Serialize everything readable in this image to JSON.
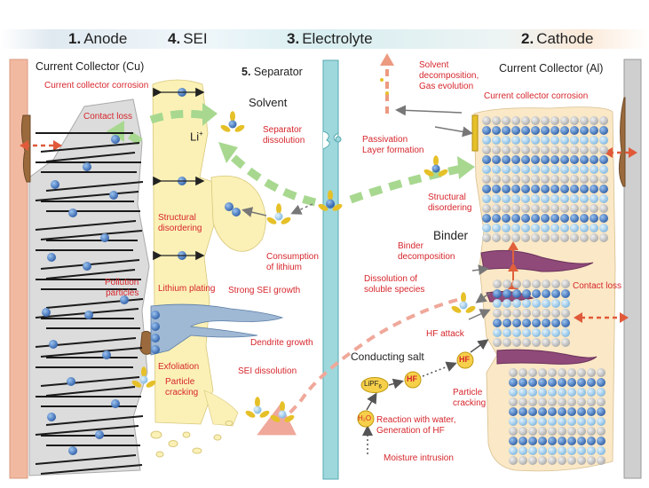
{
  "headers": {
    "anode": {
      "num": "1.",
      "text": "Anode"
    },
    "sei": {
      "num": "4.",
      "text": "SEI"
    },
    "electrolyte": {
      "num": "3.",
      "text": "Electrolyte"
    },
    "cathode": {
      "num": "2.",
      "text": "Cathode"
    }
  },
  "labels": {
    "current_collector_cu": "Current Collector (Cu)",
    "current_collector_al": "Current Collector (Al)",
    "separator": "Separator",
    "separator_num": "5.",
    "solvent": "Solvent",
    "li_ion": "Li",
    "li_sup": "+",
    "binder": "Binder",
    "conducting_salt": "Conducting salt",
    "lipf6": "LiPF",
    "lipf6_sub": "6",
    "hf": "HF",
    "h2o": "H₂O"
  },
  "mechanisms": {
    "cc_corrosion_anode": "Current collector corrosion",
    "contact_loss_anode": "Contact loss",
    "structural_disordering_anode": "Structural\ndisordering",
    "pollution_particles": "Pollution\nparticles",
    "lithium_plating": "Lithium plating",
    "exfoliation": "Exfoliation",
    "particle_cracking_anode": "Particle\ncracking",
    "strong_sei_growth": "Strong SEI growth",
    "dendrite_growth": "Dendrite growth",
    "sei_dissolution": "SEI dissolution",
    "separator_dissolution": "Separator\ndissolution",
    "consumption_of_lithium": "Consumption\nof lithium",
    "solvent_decomposition": "Solvent\ndecomposition,\nGas evolution",
    "cc_corrosion_cathode": "Current collector corrosion",
    "passivation_layer": "Passivation\nLayer formation",
    "structural_disordering_cathode": "Structural\ndisordering",
    "binder_decomposition": "Binder\ndecomposition",
    "dissolution_soluble": "Dissolution of\nsoluble species",
    "hf_attack": "HF attack",
    "contact_loss_cathode": "Contact loss",
    "particle_cracking_cathode": "Particle\ncracking",
    "reaction_with_water": "Reaction with water,\nGeneration of HF",
    "moisture_intrusion": "Moisture intrusion"
  },
  "colors": {
    "label_red": "#d6262c",
    "cu_collector": "#f0b8a0",
    "al_collector": "#c8c8c8",
    "separator": "#8fd3d8",
    "sei": "#fbf1b6",
    "anode_gray": "#d8d8d8",
    "electrode_beige": "#fae8c6",
    "green_arrow": "#a8d890",
    "particle_blue": "#4a7fc8",
    "cathode_light": "#a8d4f0",
    "cathode_gray": "#c9c9c9"
  }
}
